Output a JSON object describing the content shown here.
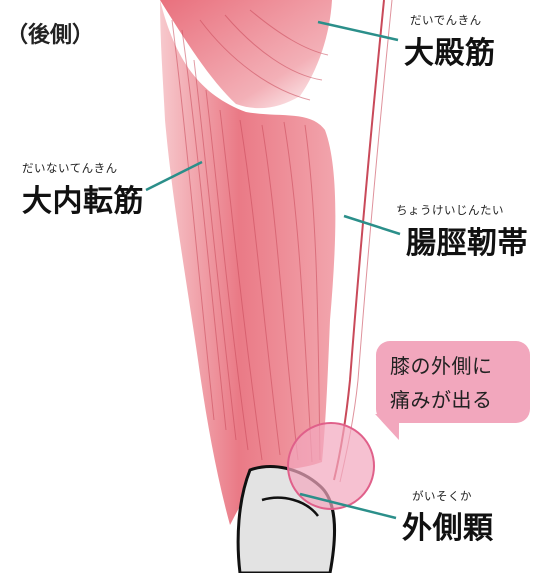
{
  "view_label": "（後側）",
  "labels": {
    "gluteus": {
      "ruby": "だいでんきん",
      "name": "大殿筋"
    },
    "adductor": {
      "ruby": "だいないてんきん",
      "name": "大内転筋"
    },
    "itband": {
      "ruby": "ちょうけいじんたい",
      "name": "腸脛靭帯"
    },
    "epicondyle": {
      "ruby": "がいそくか",
      "name": "外側顆"
    }
  },
  "bubble": {
    "line1": "膝の外側に",
    "line2": "痛みが出る"
  },
  "colors": {
    "muscle": "#e9707d",
    "muscle_light": "#f5b9bf",
    "leader": "#2b8f8a",
    "highlight": "#f2a7bd",
    "bone": "#e3e3e3"
  }
}
